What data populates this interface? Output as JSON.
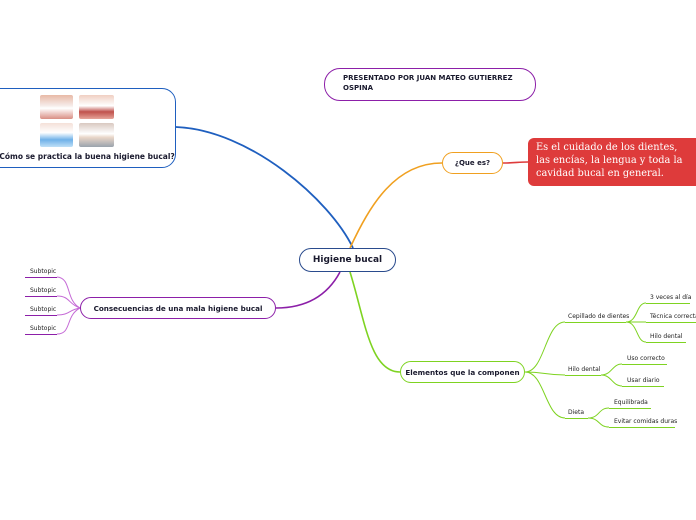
{
  "root": {
    "label": "Higiene bucal"
  },
  "presented_by": {
    "text": "PRESENTADO POR JUAN MATEO GUTIERREZ OSPINA"
  },
  "practice": {
    "label": "¿Cómo se practica la buena higiene bucal?"
  },
  "what_is": {
    "label": "¿Que es?",
    "definition": "Es el cuidado de los dientes, las encías, la lengua y toda la cavidad bucal en general."
  },
  "consequences": {
    "label": "Consecuencias de una mala higiene bucal",
    "subtopics": [
      "Subtopic",
      "Subtopic",
      "Subtopic",
      "Subtopic"
    ]
  },
  "elements": {
    "label": "Elementos que la componen",
    "groups": [
      {
        "label": "Cepillado de dientes",
        "items": [
          "3 veces al día",
          "Técnica correcta",
          "Hilo dental"
        ]
      },
      {
        "label": "Hilo dental",
        "items": [
          "Uso correcto",
          "Usar diario"
        ]
      },
      {
        "label": "Dieta",
        "items": [
          "Equilibrada",
          "Evitar comidas duras"
        ]
      }
    ]
  },
  "colors": {
    "root_border": "#2a4b8d",
    "blue": "#1f5fbf",
    "purple": "#8c1fa8",
    "orange": "#f0a020",
    "green": "#7ed321",
    "definition_bg": "#de3b3b"
  }
}
